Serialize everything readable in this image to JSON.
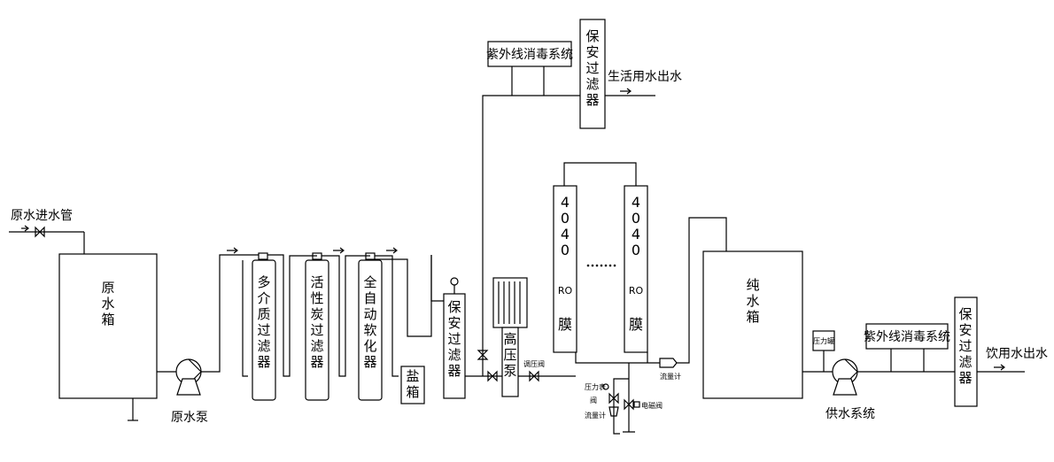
{
  "labels": {
    "raw_inlet_pipe": "原水进水管",
    "raw_tank": "原水箱",
    "raw_pump": "原水泵",
    "multi_media_filter": "多介质过滤器",
    "carbon_filter": "活性炭过滤器",
    "softener": "全自动软化器",
    "salt_box": "盐箱",
    "security_filter": "保安过滤器",
    "high_pressure_pump": "高压泵",
    "pressure_regulating_valve": "调压阀",
    "membrane_model": "4040",
    "membrane_type": "RO",
    "membrane_suffix": "膜",
    "flowmeter": "流量计",
    "pressure_gauge": "压力表",
    "valve": "阀",
    "solenoid_valve": "电磁阀",
    "pure_tank": "纯水箱",
    "pressure_tank": "压力罐",
    "supply_system": "供水系统",
    "uv_system": "紫外线消毒系统",
    "domestic_outlet": "生活用水出水",
    "drinking_outlet": "饮用水出水"
  }
}
